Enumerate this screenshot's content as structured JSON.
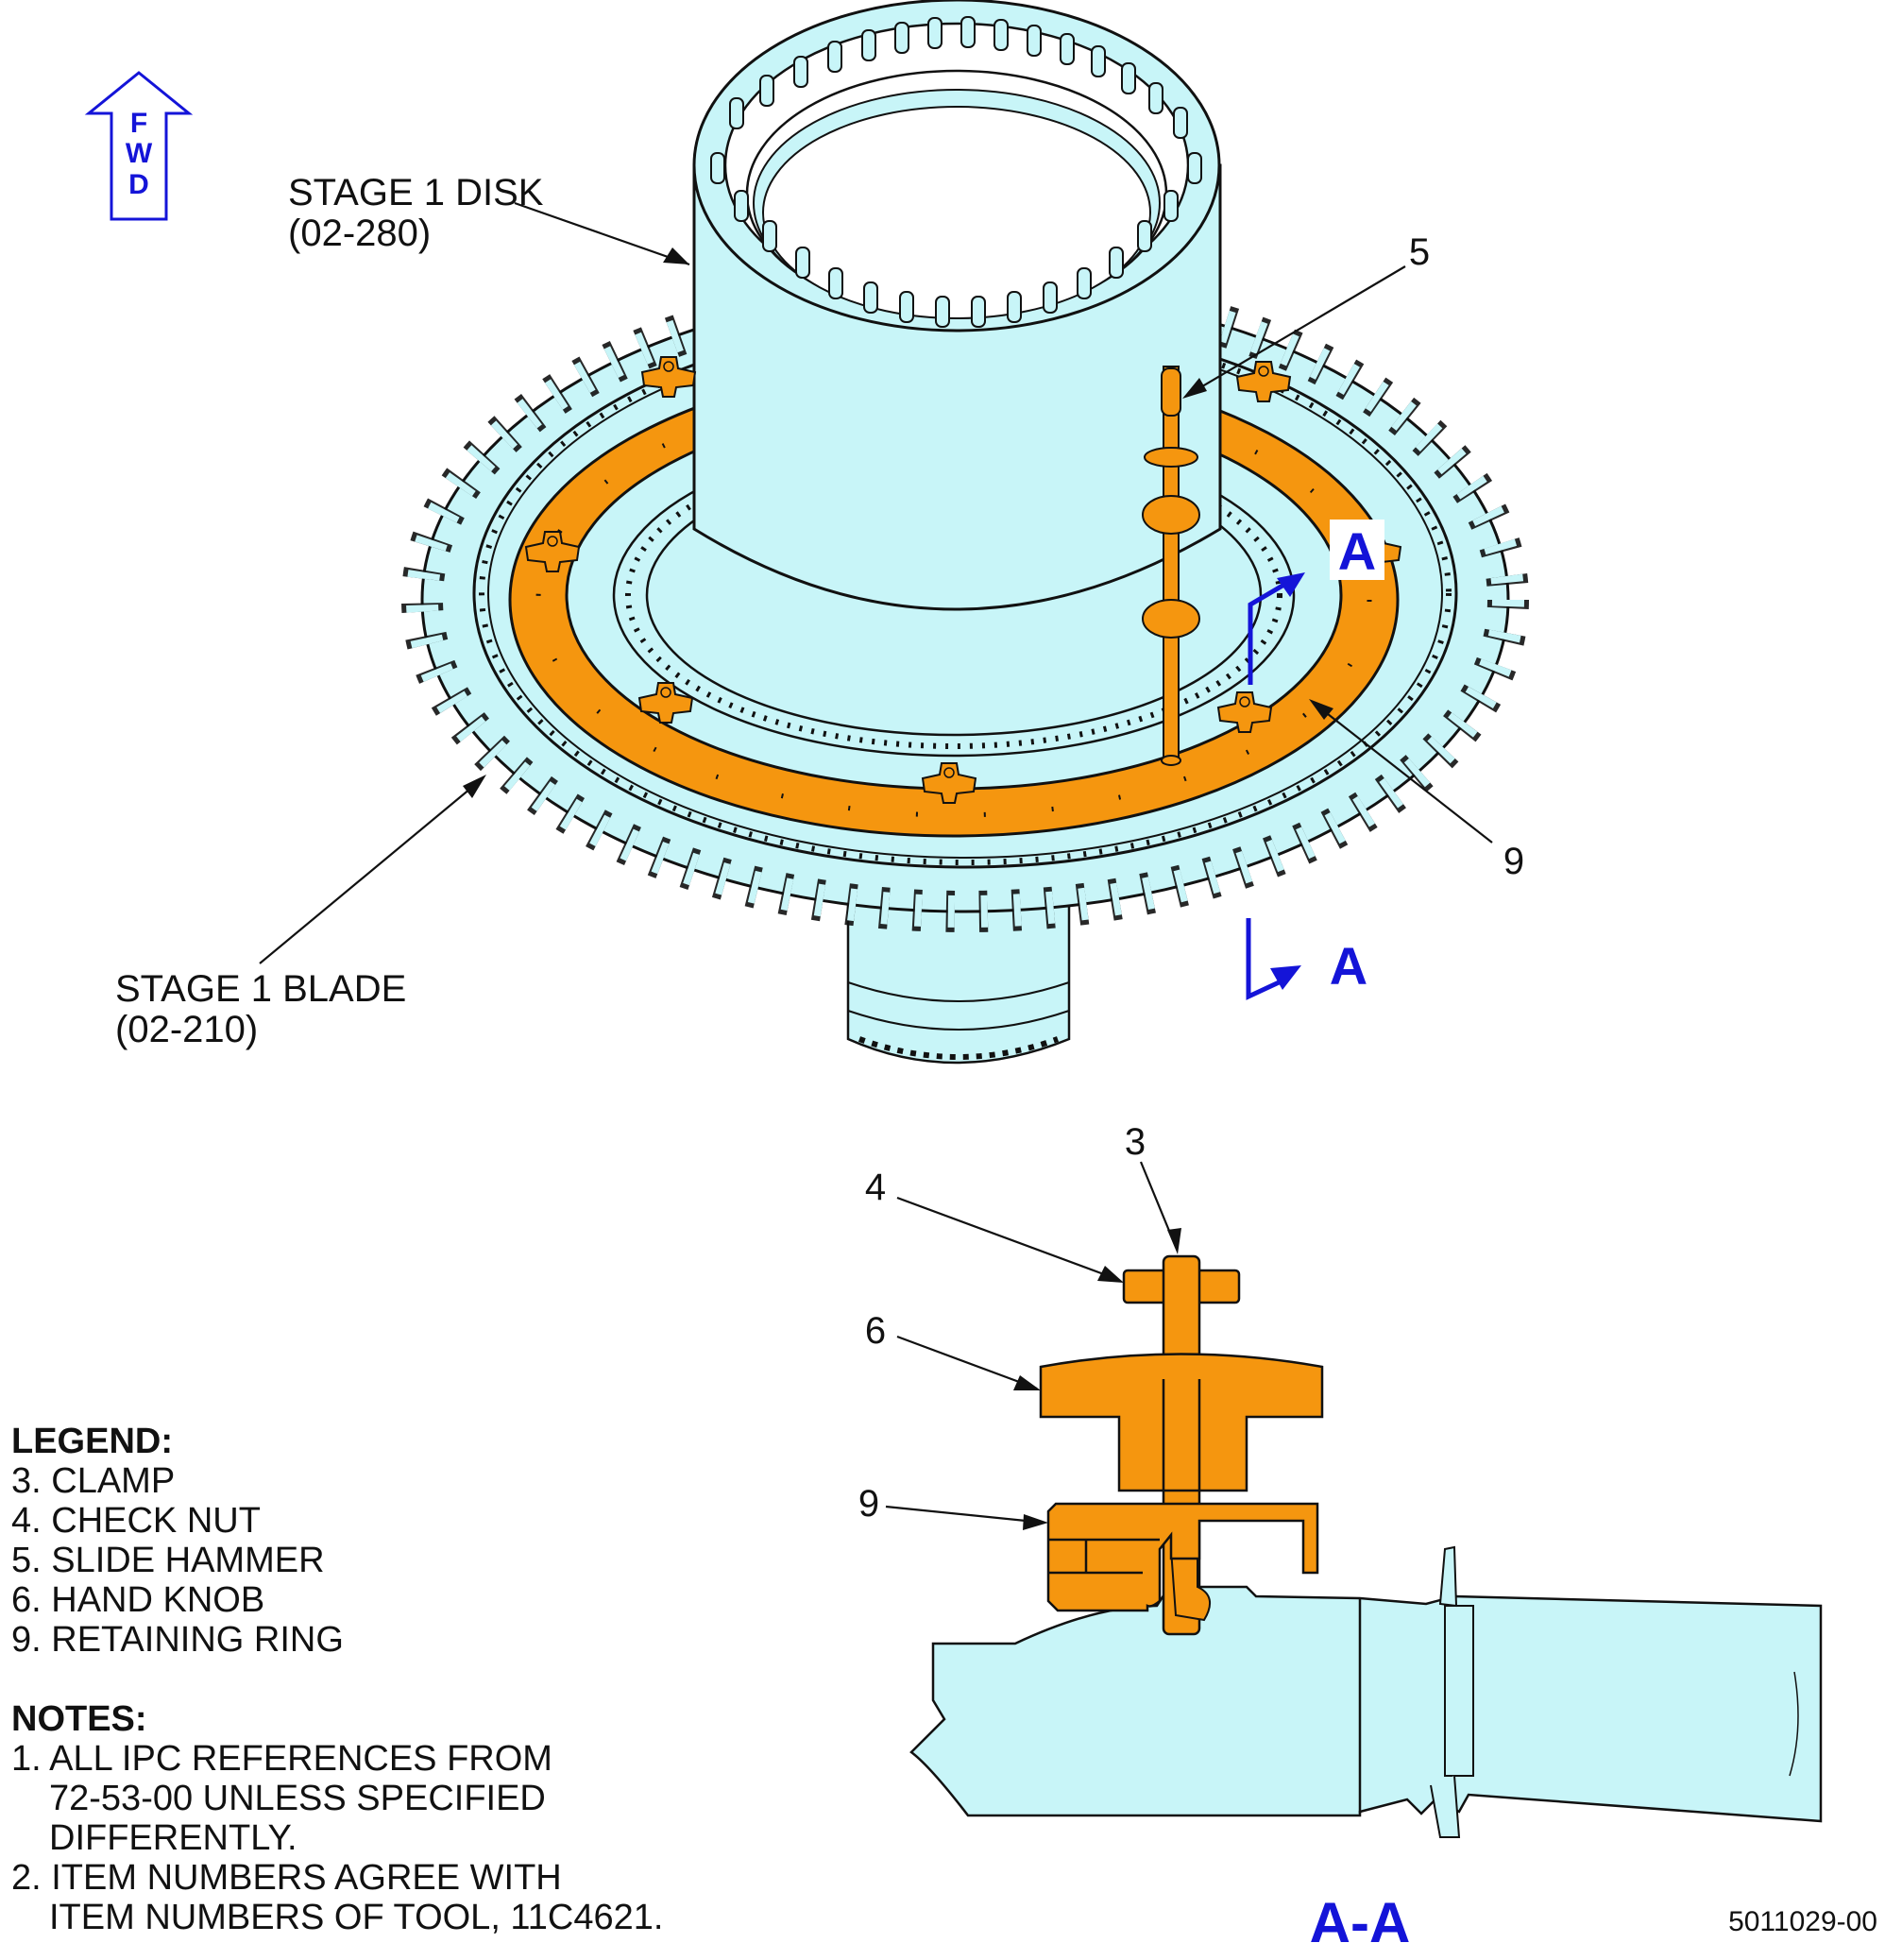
{
  "fwd": {
    "letters": [
      "F",
      "W",
      "D"
    ]
  },
  "callouts": {
    "stage1_disk": {
      "line1": "STAGE 1 DISK",
      "line2": "(02-280)"
    },
    "stage1_blade": {
      "line1": "STAGE 1 BLADE",
      "line2": "(02-210)"
    },
    "item5": "5",
    "item9_top": "9",
    "item3": "3",
    "item4": "4",
    "item6": "6",
    "item9_bottom": "9"
  },
  "section": {
    "marker": "A",
    "view_label": "A-A"
  },
  "legend": {
    "title": "LEGEND:",
    "items": [
      "3. CLAMP",
      "4. CHECK NUT",
      "5. SLIDE HAMMER",
      "6. HAND KNOB",
      "9. RETAINING RING"
    ]
  },
  "notes": {
    "title": "NOTES:",
    "items": [
      {
        "line1": "1. ALL IPC REFERENCES FROM",
        "line2": "72-53-00 UNLESS SPECIFIED",
        "line3": "DIFFERENTLY."
      },
      {
        "line1": "2. ITEM NUMBERS AGREE WITH",
        "line2": "ITEM NUMBERS OF TOOL, 11C4621."
      }
    ]
  },
  "figure_number": "5011029-00",
  "colors": {
    "part_cyan": "#c8f5f8",
    "tool_orange": "#f5960f",
    "section_blue": "#1414d8",
    "ink": "#111111"
  }
}
